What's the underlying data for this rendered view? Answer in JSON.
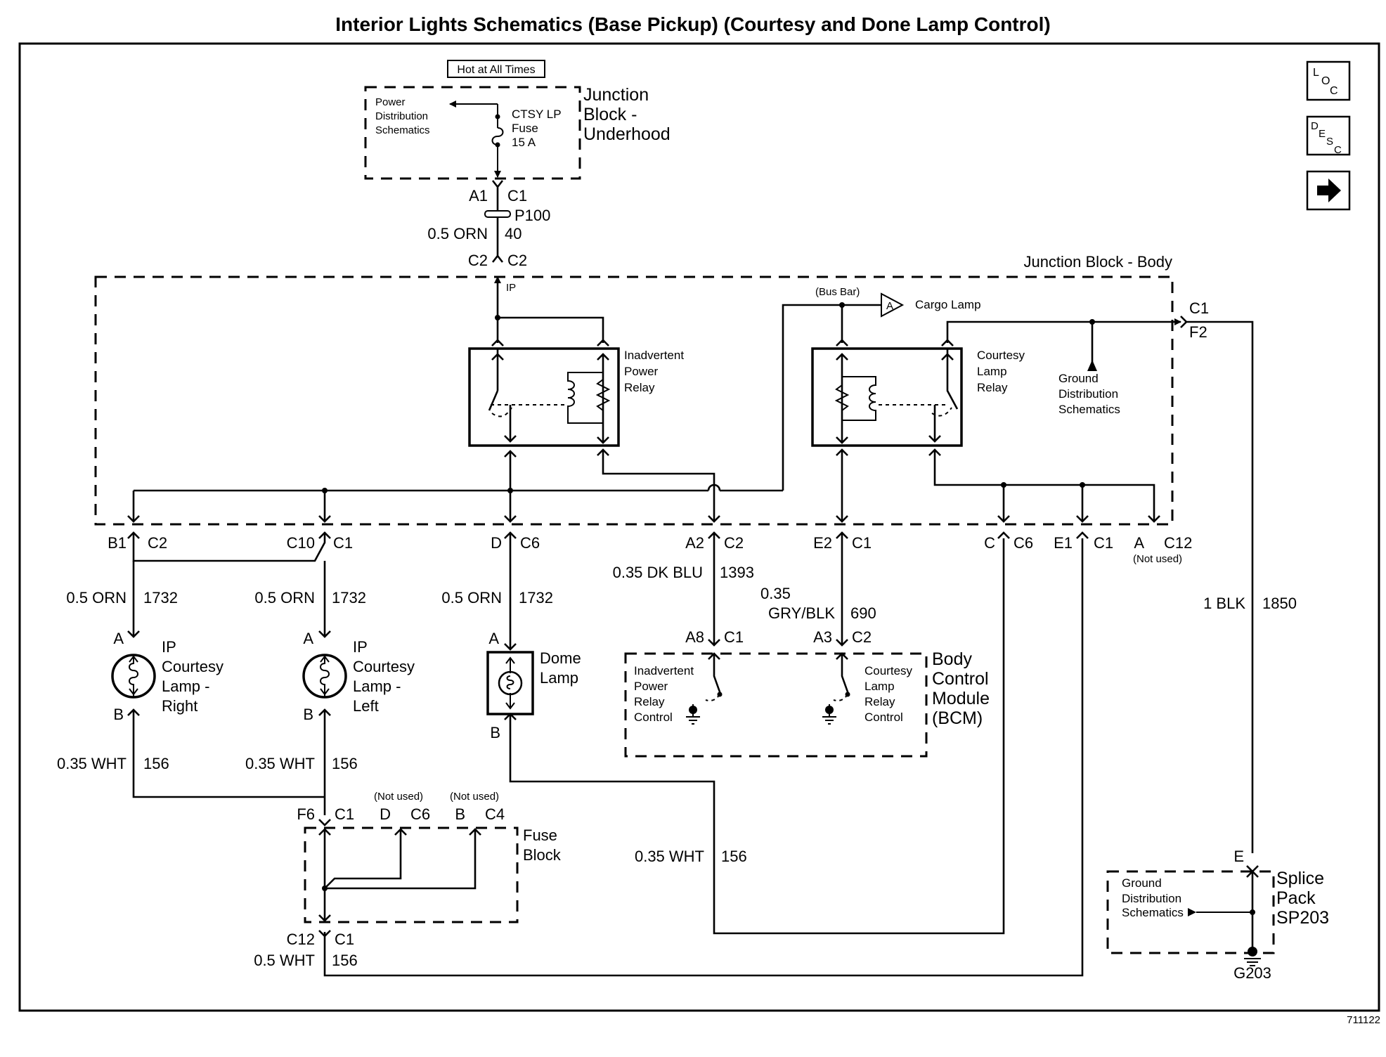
{
  "title": "Interior Lights Schematics (Base Pickup) (Courtesy and Done Lamp Control)",
  "figure_number": "711122",
  "nav": {
    "loc": [
      "L",
      "O",
      "C"
    ],
    "desc": [
      "D",
      "E",
      "S",
      "C"
    ],
    "next_icon": "arrow-right-icon"
  },
  "underhood": {
    "hot_label": "Hot at All Times",
    "block_label": [
      "Junction",
      "Block -",
      "Underhood"
    ],
    "power_ref": [
      "Power",
      "Distribution",
      "Schematics"
    ],
    "fuse": [
      "CTSY LP",
      "Fuse",
      "15 A"
    ]
  },
  "feed": {
    "conn_left": "A1",
    "conn_right": "C1",
    "passthrough": "P100",
    "wire": "0.5 ORN",
    "circuit": "40",
    "c2_left": "C2",
    "c2_right": "C2",
    "ip_label": "IP"
  },
  "body_block": {
    "label": "Junction Block - Body",
    "bus_bar": "(Bus Bar)",
    "cargo_ref": "A",
    "cargo_label": "Cargo Lamp",
    "inadvertent_relay": [
      "Inadvertent",
      "Power",
      "Relay"
    ],
    "courtesy_relay": [
      "Courtesy",
      "Lamp",
      "Relay"
    ],
    "ground_ref": [
      "Ground",
      "Distribution",
      "Schematics"
    ],
    "out_conn": "C1",
    "out_pin": "F2"
  },
  "connectors_row": [
    {
      "pin": "B1",
      "conn": "C2"
    },
    {
      "pin": "C10",
      "conn": "C1"
    },
    {
      "pin": "D",
      "conn": "C6"
    },
    {
      "pin": "A2",
      "conn": "C2"
    },
    {
      "pin": "E2",
      "conn": "C1"
    },
    {
      "pin": "C",
      "conn": "C6"
    },
    {
      "pin": "E1",
      "conn": "C1"
    },
    {
      "pin": "A",
      "conn": "C12",
      "note": "(Not used)"
    }
  ],
  "wires": {
    "w1732": {
      "gauge": "0.5 ORN",
      "circuit": "1732"
    },
    "w1393": {
      "gauge": "0.35 DK BLU",
      "circuit": "1393"
    },
    "w690": {
      "gauge_top": "0.35",
      "gauge": "GRY/BLK",
      "circuit": "690"
    },
    "w1850": {
      "gauge": "1 BLK",
      "circuit": "1850"
    },
    "w156": {
      "gauge": "0.35 WHT",
      "circuit": "156"
    },
    "w156b": {
      "gauge": "0.5 WHT",
      "circuit": "156"
    }
  },
  "lamps": {
    "right": {
      "pin_top": "A",
      "pin_bottom": "B",
      "label": [
        "IP",
        "Courtesy",
        "Lamp -",
        "Right"
      ]
    },
    "left": {
      "pin_top": "A",
      "pin_bottom": "B",
      "label": [
        "IP",
        "Courtesy",
        "Lamp -",
        "Left"
      ]
    },
    "dome": {
      "pin_top": "A",
      "pin_bottom": "B",
      "label": [
        "Dome",
        "Lamp"
      ]
    }
  },
  "bcm": {
    "label": [
      "Body",
      "Control",
      "Module",
      "(BCM)"
    ],
    "pin_a8": "A8",
    "conn_a8": "C1",
    "pin_a3": "A3",
    "conn_a3": "C2",
    "inadvertent_ctrl": [
      "Inadvertent",
      "Power",
      "Relay",
      "Control"
    ],
    "courtesy_ctrl": [
      "Courtesy",
      "Lamp",
      "Relay",
      "Control"
    ]
  },
  "fuse_block": {
    "label": [
      "Fuse",
      "Block"
    ],
    "pin_f6": "F6",
    "conn_f6": "C1",
    "pin_d": "D",
    "conn_d": "C6",
    "note_d": "(Not used)",
    "pin_b": "B",
    "conn_b": "C4",
    "note_b": "(Not used)",
    "pin_c12": "C12",
    "conn_c12": "C1"
  },
  "splice": {
    "pin": "E",
    "label": [
      "Splice",
      "Pack",
      "SP203"
    ],
    "ground_ref": [
      "Ground",
      "Distribution",
      "Schematics"
    ],
    "ground": "G203"
  }
}
